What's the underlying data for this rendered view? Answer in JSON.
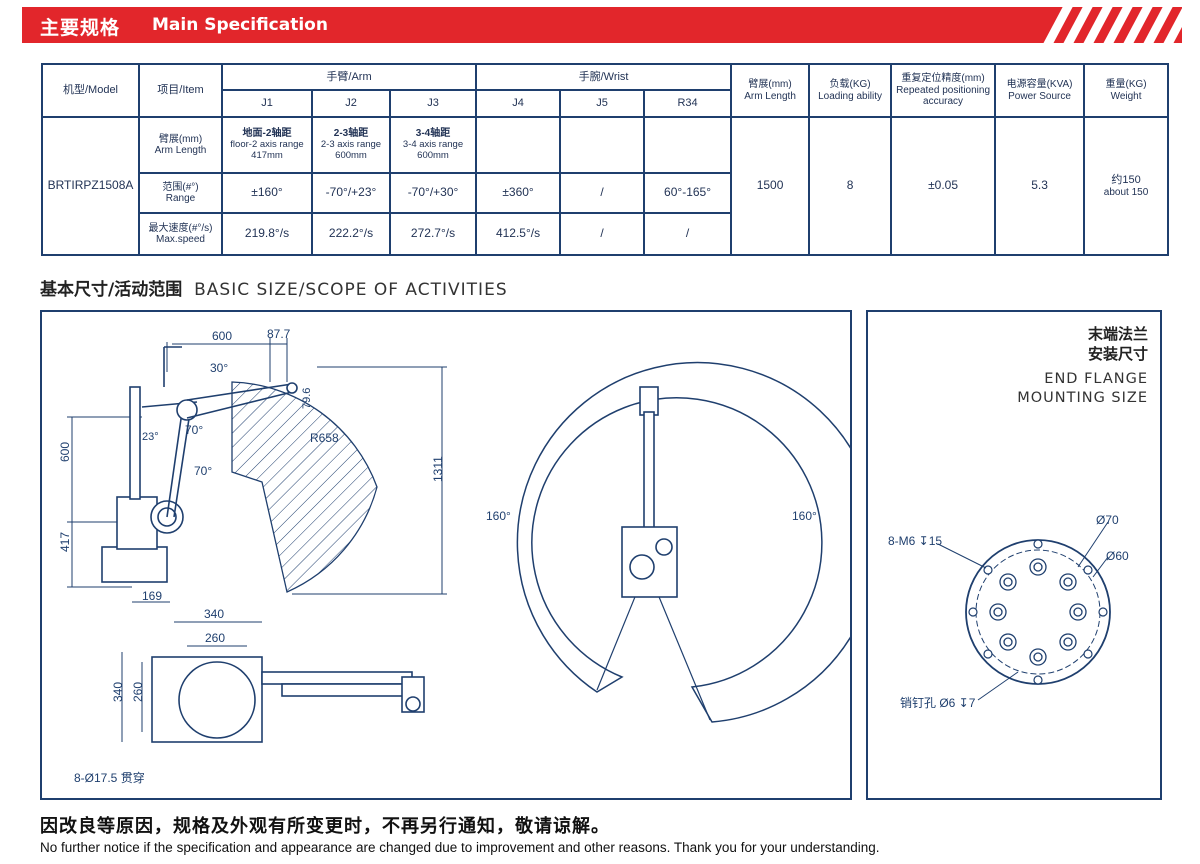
{
  "header": {
    "title_cn": "主要规格",
    "title_en": "Main Specification"
  },
  "table": {
    "model_header": "机型/Model",
    "item_header": "项目/Item",
    "arm_header": "手臂/Arm",
    "wrist_header": "手腕/Wrist",
    "j1": "J1",
    "j2": "J2",
    "j3": "J3",
    "j4": "J4",
    "j5": "J5",
    "r34": "R34",
    "arm_length_cn": "臂展(mm)",
    "arm_length_en": "Arm Length",
    "load_cn": "负载(KG)",
    "load_en": "Loading ability",
    "repeat_cn": "重复定位精度(mm)",
    "repeat_en": "Repeated positioning accuracy",
    "power_cn": "电源容量(KVA)",
    "power_en": "Power Source",
    "weight_cn": "重量(KG)",
    "weight_en": "Weight",
    "model": "BRTIRPZ1508A",
    "row_arm_cn": "臂展(mm)",
    "row_arm_en": "Arm Length",
    "row_range_cn": "范围(#°)",
    "row_range_en": "Range",
    "row_speed_cn": "最大速度(#°/s)",
    "row_speed_en": "Max.speed",
    "arm_j1_cn": "地面-2轴距",
    "arm_j1_en": "floor-2 axis range",
    "arm_j1_val": "417mm",
    "arm_j2_cn": "2-3轴距",
    "arm_j2_en": "2-3 axis range",
    "arm_j2_val": "600mm",
    "arm_j3_cn": "3-4轴距",
    "arm_j3_en": "3-4 axis range",
    "arm_j3_val": "600mm",
    "range_j1": "±160°",
    "range_j2": "-70°/+23°",
    "range_j3": "-70°/+30°",
    "range_j4": "±360°",
    "range_j5": "/",
    "range_r34": "60°-165°",
    "speed_j1": "219.8°/s",
    "speed_j2": "222.2°/s",
    "speed_j3": "272.7°/s",
    "speed_j4": "412.5°/s",
    "speed_j5": "/",
    "speed_r34": "/",
    "arm_length_val": "1500",
    "load_val": "8",
    "repeat_val": "±0.05",
    "power_val": "5.3",
    "weight_cn_val": "约150",
    "weight_en_val": "about 150"
  },
  "section2": {
    "title_cn": "基本尺寸/活动范围",
    "title_en": "BASIC SIZE/SCOPE OF ACTIVITIES"
  },
  "side_view": {
    "dim_600_top": "600",
    "dim_87": "87.7",
    "dim_30": "30°",
    "dim_79": "79.6",
    "dim_r658": "R658",
    "dim_70a": "70°",
    "dim_70b": "70°",
    "dim_23": "23°",
    "dim_600_left": "600",
    "dim_417": "417",
    "dim_169": "169",
    "dim_1311": "1311"
  },
  "top_view": {
    "dim_340_top": "340",
    "dim_260_top": "260",
    "dim_340_left": "340",
    "dim_260_left": "260",
    "holes": "8-Ø17.5 贯穿"
  },
  "range_view": {
    "left_angle": "160°",
    "right_angle": "160°"
  },
  "flange": {
    "title_cn_1": "末端法兰",
    "title_cn_2": "安装尺寸",
    "title_en_1": "END FLANGE",
    "title_en_2": "MOUNTING SIZE",
    "screws": "8-M6 ↧15",
    "d70": "Ø70",
    "d60": "Ø60",
    "pin": "销钉孔 Ø6 ↧7"
  },
  "footer": {
    "note_cn": "因改良等原因，规格及外观有所变更时，不再另行通知，敬请谅解。",
    "note_en": "No further notice if the specification and appearance are changed due to improvement and other reasons. Thank you for your understanding."
  },
  "colors": {
    "brand_red": "#e2262b",
    "line_blue": "#1f3f6e"
  }
}
